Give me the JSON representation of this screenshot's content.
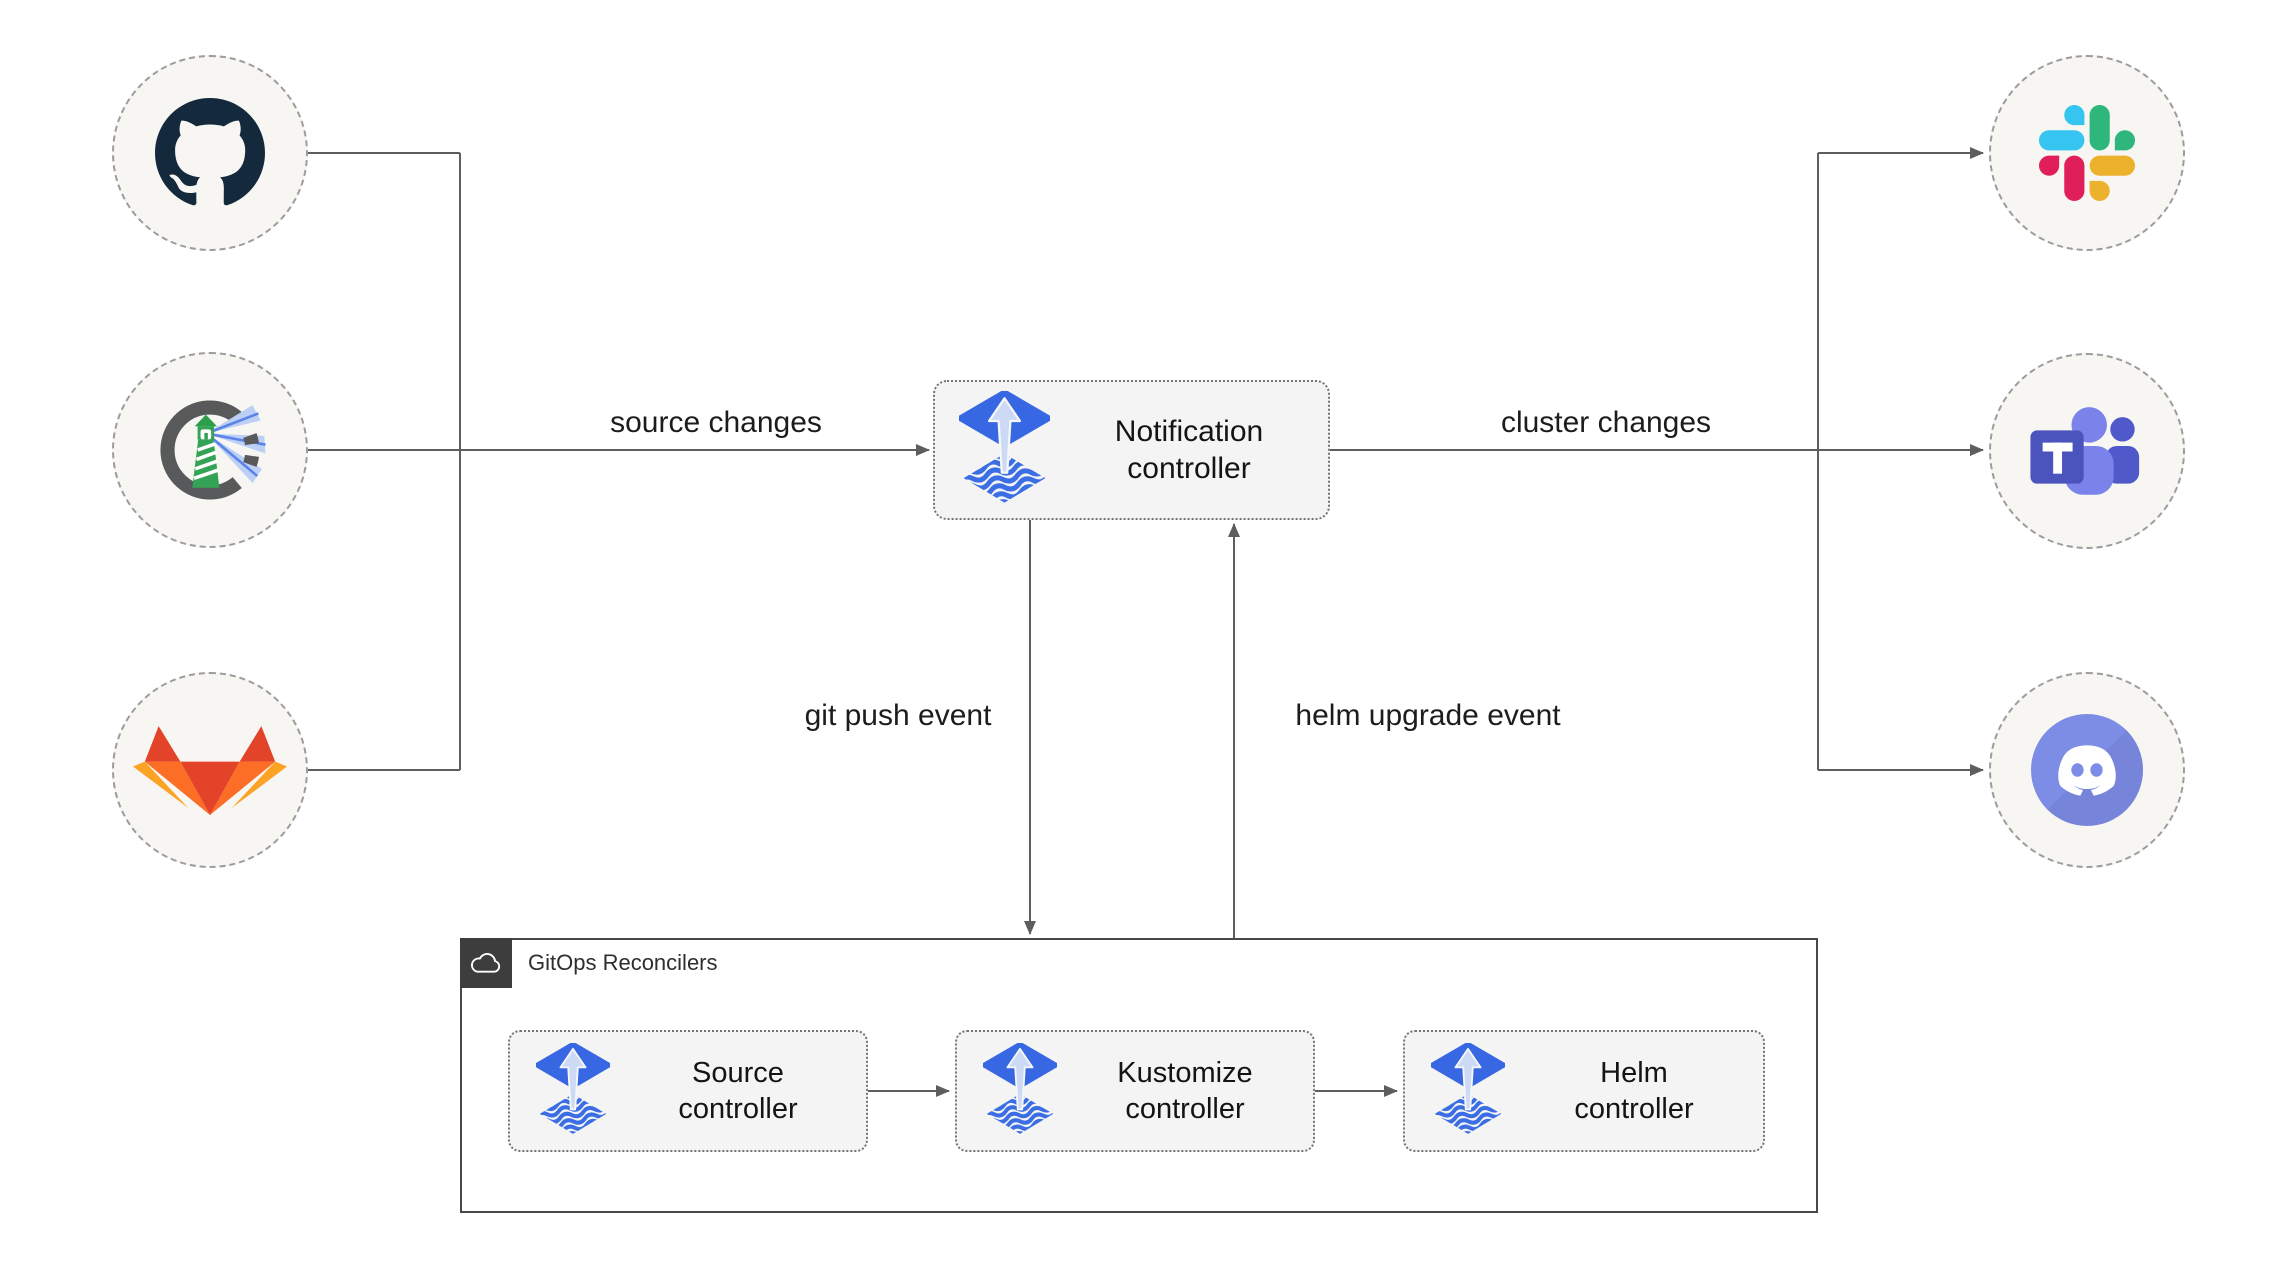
{
  "edges": {
    "source_changes": "source changes",
    "cluster_changes": "cluster changes",
    "git_push_event": "git push event",
    "helm_upgrade_event": "helm upgrade event"
  },
  "notification_controller": {
    "icon": "flux-icon",
    "lines": [
      "Notification",
      "controller"
    ]
  },
  "sources": [
    {
      "id": "github",
      "icon": "github-icon"
    },
    {
      "id": "harbor",
      "icon": "harbor-icon"
    },
    {
      "id": "gitlab",
      "icon": "gitlab-icon"
    }
  ],
  "notification_targets": [
    {
      "id": "slack",
      "icon": "slack-icon"
    },
    {
      "id": "teams",
      "icon": "microsoft-teams-icon"
    },
    {
      "id": "discord",
      "icon": "discord-icon"
    }
  ],
  "gitops_reconcilers": {
    "title": "GitOps Reconcilers",
    "icon": "cloud-icon",
    "controllers": [
      {
        "icon": "flux-icon",
        "lines": [
          "Source",
          "controller"
        ]
      },
      {
        "icon": "flux-icon",
        "lines": [
          "Kustomize",
          "controller"
        ]
      },
      {
        "icon": "flux-icon",
        "lines": [
          "Helm",
          "controller"
        ]
      }
    ]
  },
  "colors": {
    "flux_blue": "#3767e2",
    "flux_light": "#ccdaf6",
    "line_gray": "#5e5e5e",
    "box_fill": "#f4f4f4",
    "node_fill": "#f7f6f3",
    "container_border": "#484848",
    "badge_bg": "#3d3d3d",
    "github_dark": "#14293c",
    "harbor_green": "#35a355",
    "gitlab_red": "#e24329",
    "gitlab_orange": "#fc6d26",
    "gitlab_yellow": "#fca326",
    "slack_blue": "#36C5F0",
    "slack_green": "#2EB67D",
    "slack_yellow": "#ECB22E",
    "slack_red": "#E01E5A",
    "teams_purple": "#4b53bc",
    "discord_blurple": "#7d8de6"
  }
}
